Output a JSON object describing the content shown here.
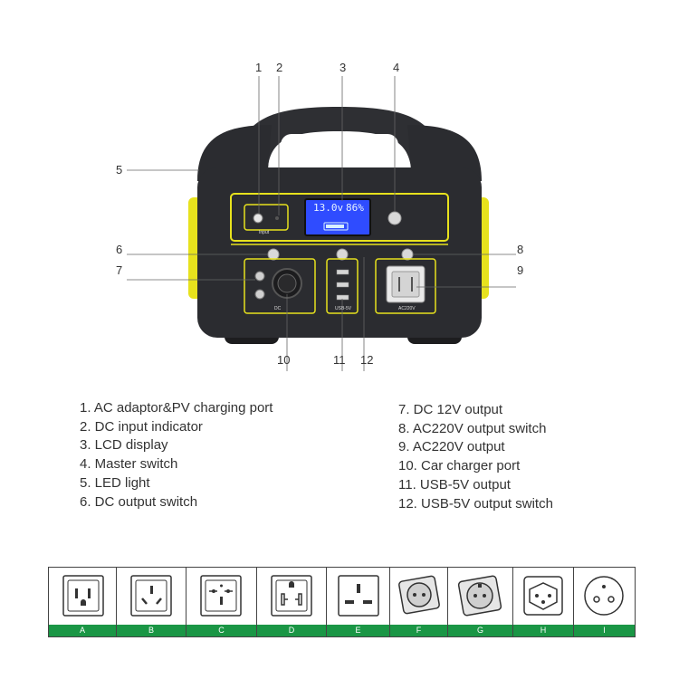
{
  "callouts": {
    "n1": "1",
    "n2": "2",
    "n3": "3",
    "n4": "4",
    "n5": "5",
    "n6": "6",
    "n7": "7",
    "n8": "8",
    "n9": "9",
    "n10": "10",
    "n11": "11",
    "n12": "12"
  },
  "device": {
    "lcd_voltage": "13.0v",
    "lcd_percent": "86%",
    "input_label": "Input",
    "dc_label": "DC",
    "usb_label": "USB-5V",
    "ac_label": "AC220V"
  },
  "legend_left": [
    "1. AC adaptor&PV charging port",
    "2. DC input indicator",
    "3. LCD display",
    "4. Master switch",
    "5. LED light",
    "6. DC output switch"
  ],
  "legend_right": [
    "7. DC 12V output",
    "8. AC220V output switch",
    "9. AC220V output",
    "10.  Car charger port",
    "11. USB-5V output",
    "12. USB-5V output switch"
  ],
  "sockets": [
    "A",
    "B",
    "C",
    "D",
    "E",
    "F",
    "G",
    "H",
    "I"
  ],
  "colors": {
    "body": "#2b2c30",
    "accent_yellow": "#e7e21d",
    "lcd": "#2f4cff",
    "socket_label_bg": "#1a9645"
  }
}
